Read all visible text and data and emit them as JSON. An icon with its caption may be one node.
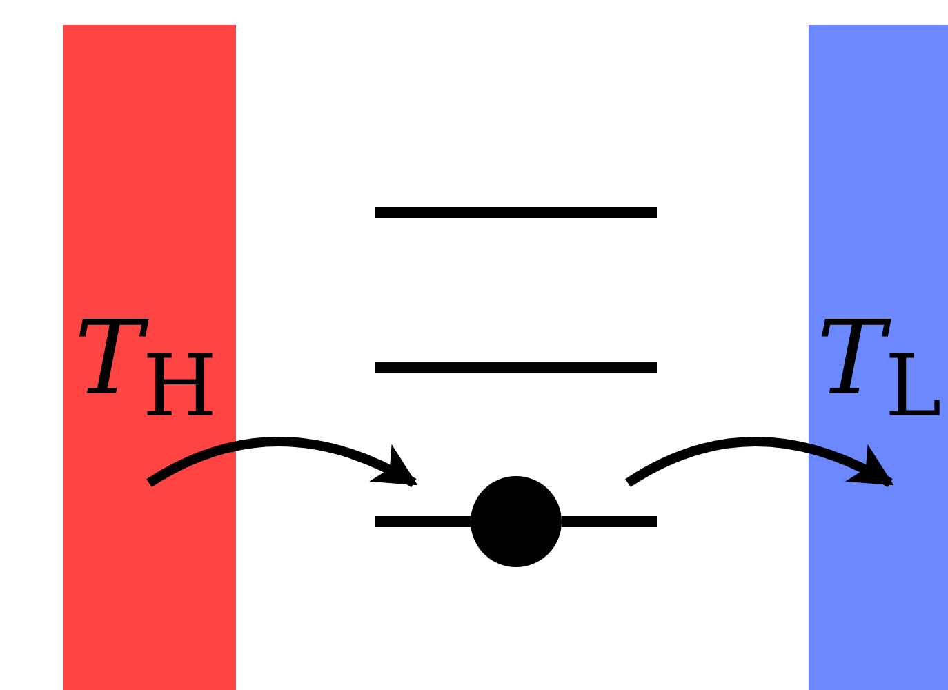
{
  "diagram": {
    "nodes": [
      {
        "text": [
          "*T*$_{H}$"
        ]
      },
      {
        "text": [
          "*T*$_{L}$"
        ]
      },
      {
        "text": [],
        "shape": "circle"
      }
    ],
    "edges": [
      {
        "from": 0,
        "to": 2,
        "arrow": "to"
      },
      {
        "from": 2,
        "to": 1,
        "arrow": "to"
      }
    ]
  }
}
